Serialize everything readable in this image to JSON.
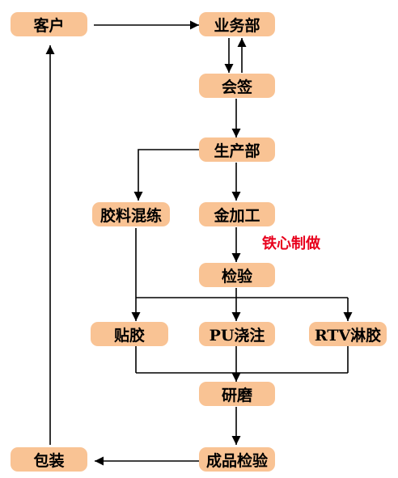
{
  "nodes": {
    "customer": "客户",
    "business_dept": "业务部",
    "countersign": "会签",
    "production_dept": "生产部",
    "rubber_mixing": "胶料混练",
    "metal_processing": "金加工",
    "inspection": "检验",
    "bonding": "贴胶",
    "pu_casting": "PU浇注",
    "rtv_coating": "RTV淋胶",
    "grinding": "研磨",
    "final_inspection": "成品检验",
    "packaging": "包装"
  },
  "annotation": "铁心制做",
  "colors": {
    "node_fill": "#f9c394",
    "line": "#000000",
    "annotation": "#e8001c"
  }
}
